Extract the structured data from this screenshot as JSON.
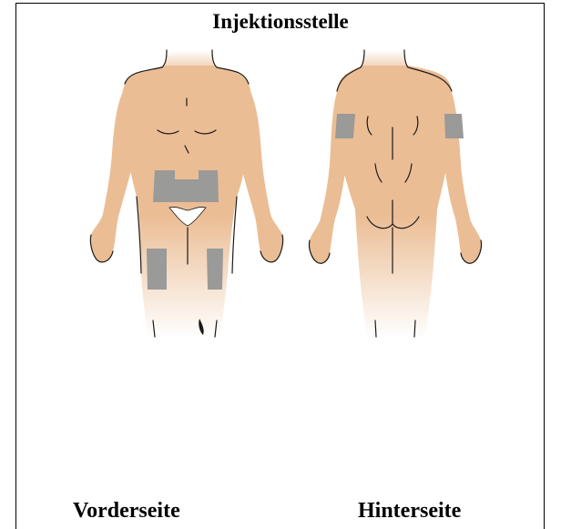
{
  "title": "Injektionsstelle",
  "front_label": "Vorderseite",
  "back_label": "Hinterseite",
  "colors": {
    "skin": "#ebbd94",
    "injection_site": "#9a9a98",
    "outline": "#1a1a1a",
    "frame": "#000000"
  },
  "figures": [
    {
      "view": "front",
      "injection_sites": [
        "abdomen",
        "left-thigh",
        "right-thigh"
      ]
    },
    {
      "view": "back",
      "injection_sites": [
        "left-upper-arm",
        "right-upper-arm"
      ]
    }
  ]
}
